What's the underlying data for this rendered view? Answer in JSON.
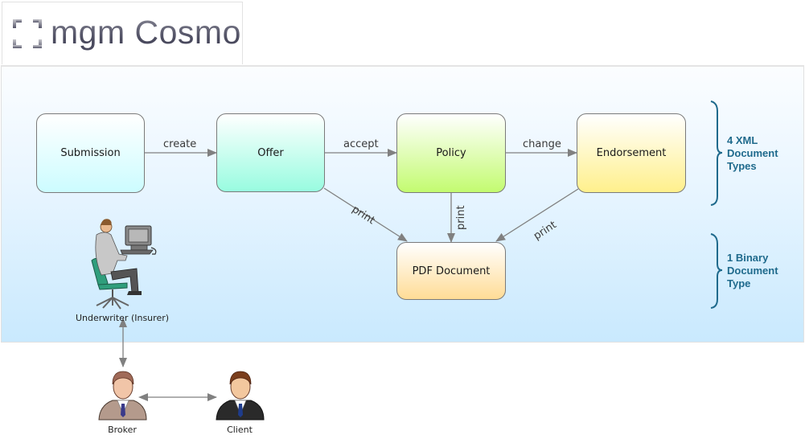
{
  "header": {
    "logo_text": "mgm Cosmo"
  },
  "nodes": [
    {
      "id": "submission",
      "label": "Submission",
      "gradient": [
        "#ffffff",
        "#ccfcff"
      ]
    },
    {
      "id": "offer",
      "label": "Offer",
      "gradient": [
        "#ffffff",
        "#98fce0"
      ]
    },
    {
      "id": "policy",
      "label": "Policy",
      "gradient": [
        "#ffffff",
        "#c3fb70"
      ]
    },
    {
      "id": "endorsement",
      "label": "Endorsement",
      "gradient": [
        "#ffffff",
        "#fff08c"
      ]
    },
    {
      "id": "pdf-document",
      "label": "PDF Document",
      "gradient": [
        "#ffffff",
        "#ffdc96"
      ]
    }
  ],
  "edges": [
    {
      "from": "submission",
      "to": "offer",
      "label": "create"
    },
    {
      "from": "offer",
      "to": "policy",
      "label": "accept"
    },
    {
      "from": "policy",
      "to": "endorsement",
      "label": "change"
    },
    {
      "from": "offer",
      "to": "pdf-document",
      "label": "print"
    },
    {
      "from": "policy",
      "to": "pdf-document",
      "label": "print"
    },
    {
      "from": "endorsement",
      "to": "pdf-document",
      "label": "print"
    }
  ],
  "braces": [
    {
      "lines": [
        "4 XML",
        "Document",
        "Types"
      ]
    },
    {
      "lines": [
        "1 Binary",
        "Document",
        "Type"
      ]
    }
  ],
  "actors": {
    "underwriter": "Underwriter (Insurer)",
    "broker": "Broker",
    "client": "Client"
  },
  "colors": {
    "edge": "#808080",
    "brace": "#1f6a8c",
    "panel_top": "#fbfdff",
    "panel_bottom": "#c9e9fe"
  }
}
